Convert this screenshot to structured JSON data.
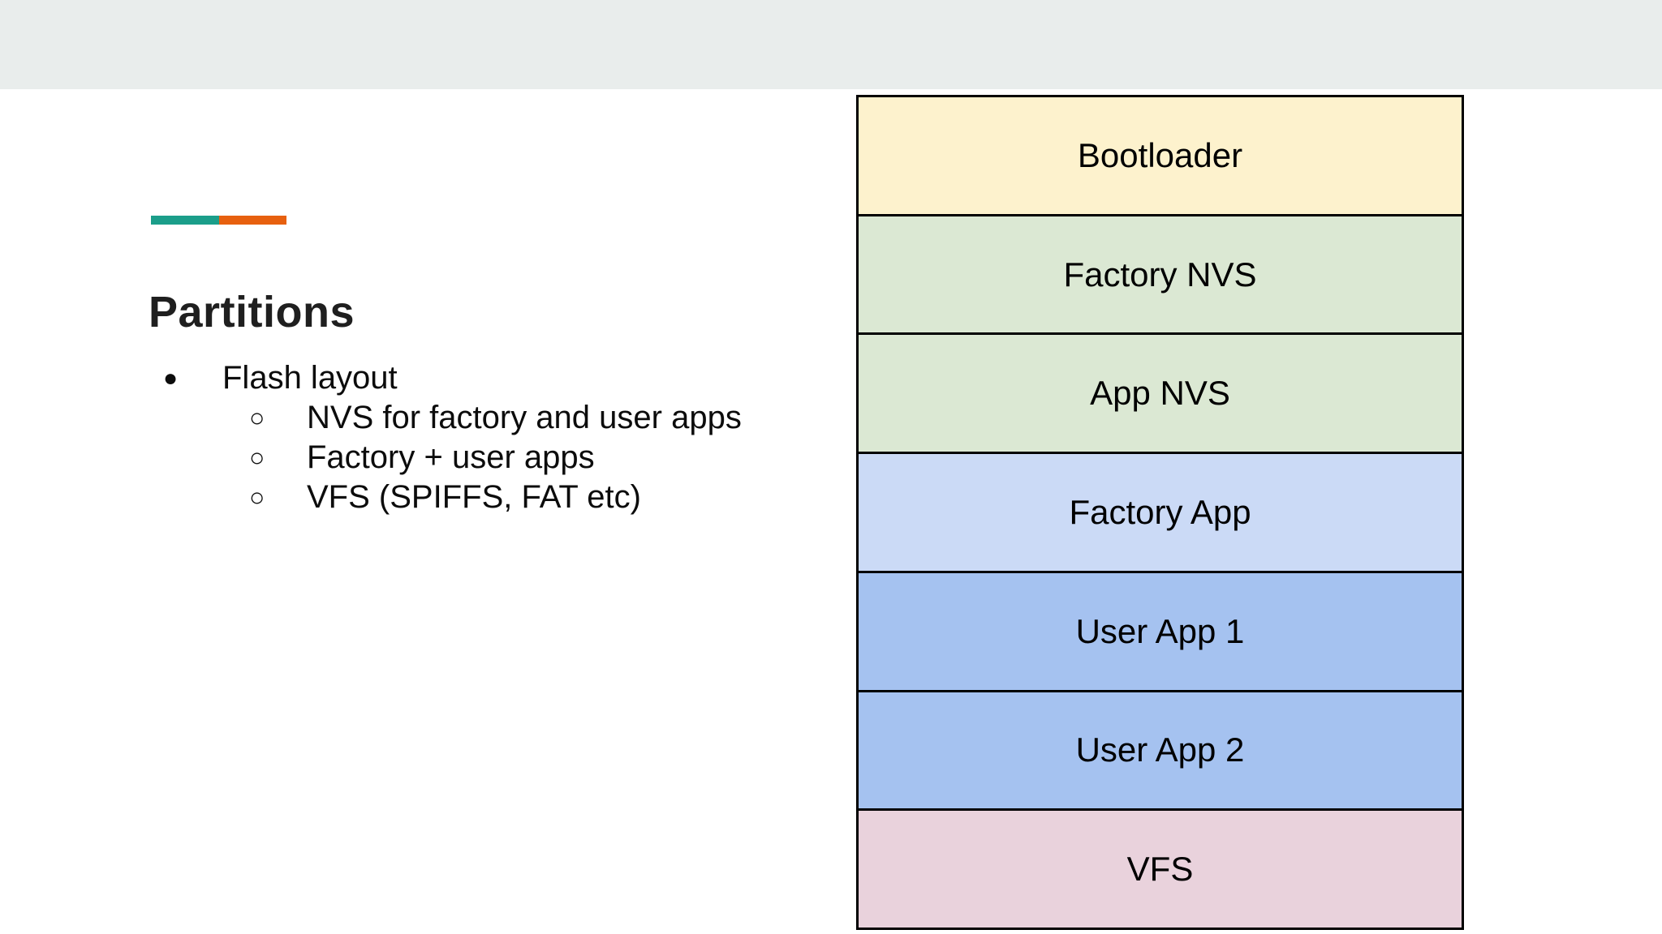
{
  "slide": {
    "top_band_color": "#e9edec",
    "accent_bar": {
      "teal": "#1b9e8a",
      "orange": "#e7600f"
    },
    "title": "Partitions",
    "bullets": [
      {
        "level": 1,
        "marker": "disc",
        "text": "Flash layout"
      },
      {
        "level": 2,
        "marker": "circle",
        "text": "NVS for factory and user apps"
      },
      {
        "level": 2,
        "marker": "circle",
        "text": "Factory + user apps"
      },
      {
        "level": 2,
        "marker": "circle",
        "text": "VFS (SPIFFS, FAT etc)"
      }
    ],
    "diagram": {
      "border_color": "#000000",
      "partitions": [
        {
          "label": "Bootloader",
          "fill": "#fdf2cd"
        },
        {
          "label": "Factory NVS",
          "fill": "#dbe8d3"
        },
        {
          "label": "App NVS",
          "fill": "#dbe8d3"
        },
        {
          "label": "Factory App",
          "fill": "#cbdaf6"
        },
        {
          "label": "User App 1",
          "fill": "#a5c2f0"
        },
        {
          "label": "User App 2",
          "fill": "#a5c2f0"
        },
        {
          "label": "VFS",
          "fill": "#e9d2dc"
        }
      ]
    }
  }
}
